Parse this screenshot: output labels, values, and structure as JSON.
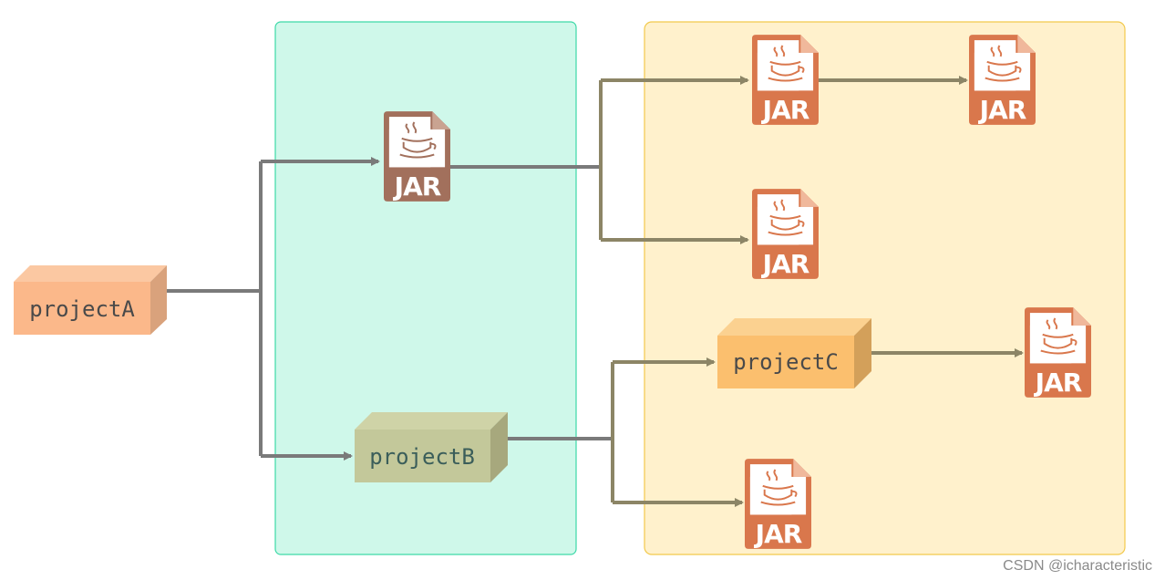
{
  "colors": {
    "region_left_fill": "#cff8ea",
    "region_left_stroke": "#3dd9a8",
    "region_right_fill": "#fff1cc",
    "region_right_stroke": "#f2c94c",
    "arrow_gray": "#7a7a7a",
    "arrow_olive": "#8c8566",
    "jar_dark": "#a2705c",
    "jar_orange": "#d9774c"
  },
  "nodes": {
    "projectA": {
      "label": "projectA"
    },
    "projectB": {
      "label": "projectB"
    },
    "projectC": {
      "label": "projectC"
    }
  },
  "jar_label": "JAR",
  "watermark": "CSDN @icharacteristic"
}
